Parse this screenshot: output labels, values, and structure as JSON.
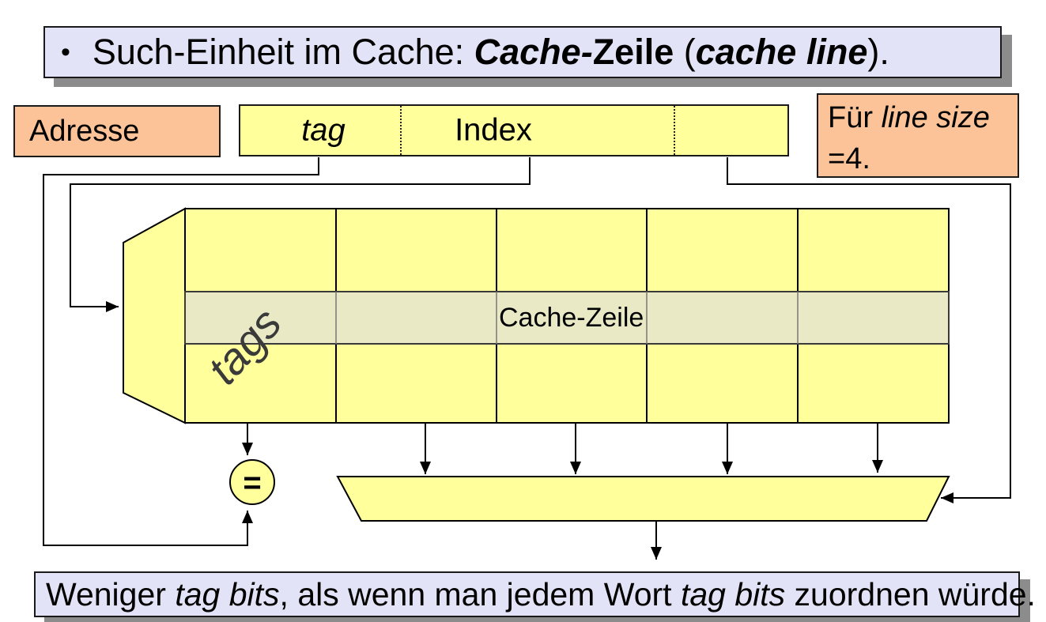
{
  "title": {
    "bullet": "•",
    "part_regular": "Such-Einheit im Cache: ",
    "part_bold_italic": "Cache-",
    "part_bold": "Zeile",
    "part_open_paren": " (",
    "part_paren_bold_italic": "cache line",
    "part_close_paren": ")."
  },
  "address": {
    "label": "Adresse",
    "field_tag": "tag",
    "field_index": "Index"
  },
  "note": {
    "line1_regular": "Für ",
    "line1_italic": "line size",
    "line2": "=4."
  },
  "cache": {
    "tags_label": "tags",
    "row_label": "Cache-Zeile",
    "comparator": "="
  },
  "footer": {
    "p1": "Weniger ",
    "p2": "tag bits",
    "p3": ", als wenn man jedem Wort ",
    "p4": "tag bits",
    "p5": " zuordnen würde."
  },
  "colors": {
    "box_lavender": "#e3e3f7",
    "box_orange": "#fbc397",
    "cell_yellow": "#ffff9c",
    "row_highlight": "#e9e9c6",
    "shadow_gray": "#8c8c8c",
    "line_black": "#000000"
  }
}
